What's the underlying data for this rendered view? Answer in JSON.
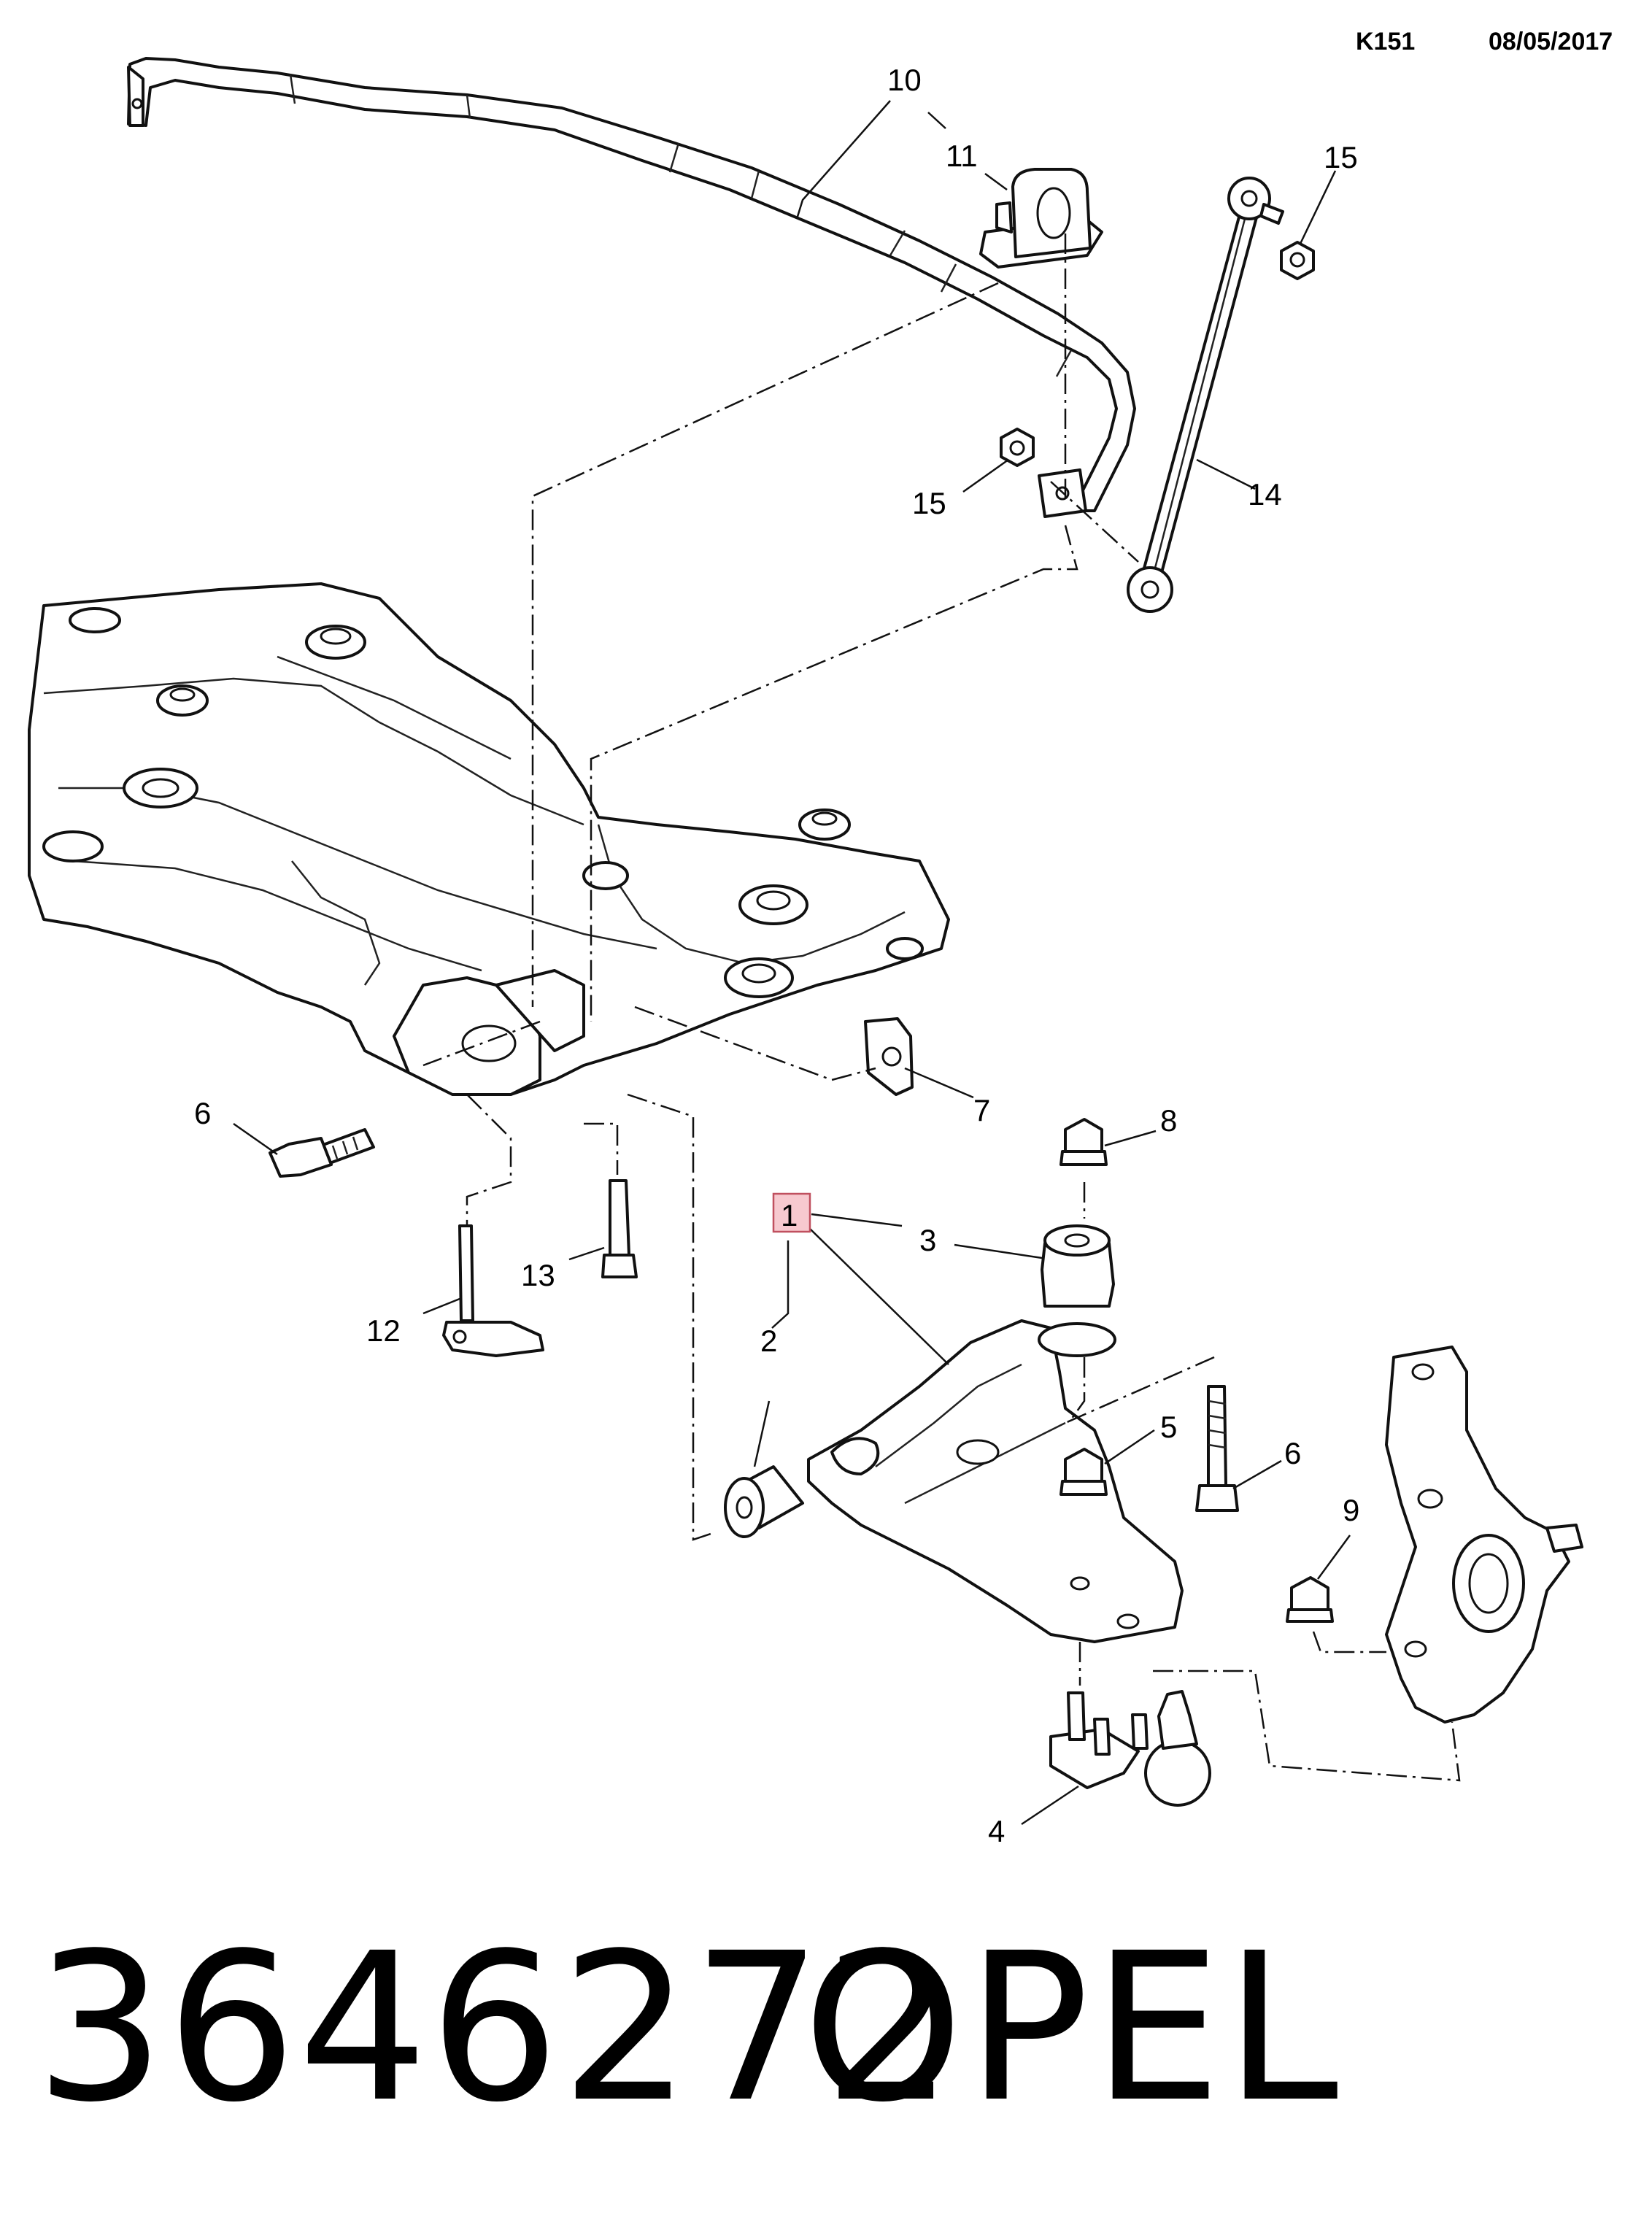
{
  "header": {
    "code": "K151",
    "date": "08/05/2017"
  },
  "footer": {
    "part_number": "3646272",
    "brand": "OPEL"
  },
  "highlight_color": "#e8a0a8",
  "callouts": {
    "c1": "1",
    "c2": "2",
    "c3": "3",
    "c4": "4",
    "c5": "5",
    "c6a": "6",
    "c6b": "6",
    "c7": "7",
    "c8": "8",
    "c9": "9",
    "c10": "10",
    "c11": "11",
    "c12": "12",
    "c13": "13",
    "c14": "14",
    "c15a": "15",
    "c15b": "15"
  }
}
